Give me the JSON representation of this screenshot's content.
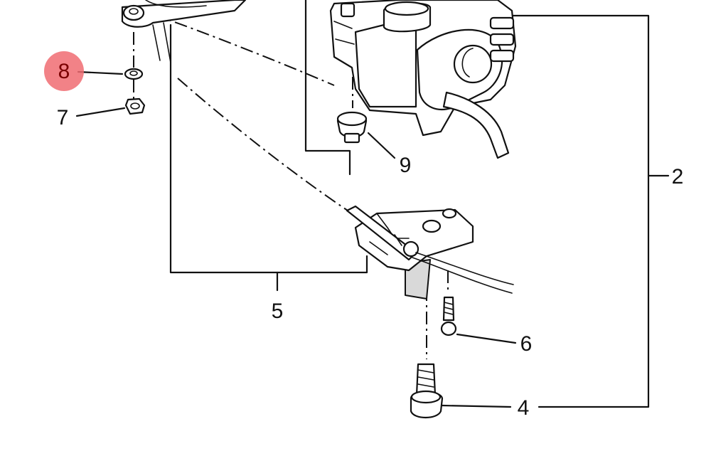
{
  "diagram": {
    "callouts": [
      {
        "id": "c2",
        "label": "2",
        "highlighted": false
      },
      {
        "id": "c4",
        "label": "4",
        "highlighted": false
      },
      {
        "id": "c5",
        "label": "5",
        "highlighted": false
      },
      {
        "id": "c6",
        "label": "6",
        "highlighted": false
      },
      {
        "id": "c7",
        "label": "7",
        "highlighted": false
      },
      {
        "id": "c8",
        "label": "8",
        "highlighted": true
      },
      {
        "id": "c9",
        "label": "9",
        "highlighted": false
      }
    ],
    "highlight_color": "#f06c72"
  }
}
